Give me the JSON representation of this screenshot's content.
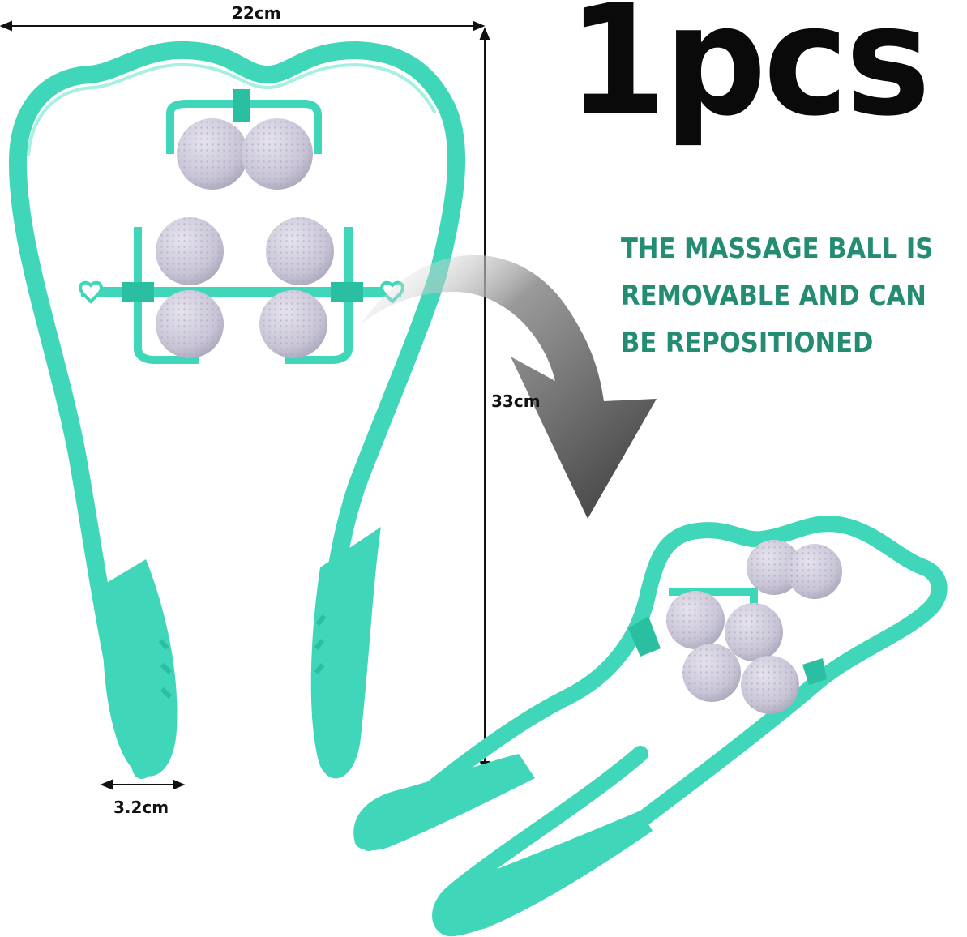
{
  "headline": "1pcs",
  "caption_lines": [
    "THE MASSAGE BALL IS",
    "REMOVABLE AND CAN",
    "BE REPOSITIONED"
  ],
  "dimensions": {
    "width": "22cm",
    "height": "33cm",
    "handle_width": "3.2cm"
  },
  "colors": {
    "frame": "#3fd6b9",
    "frame_shade": "#2bbfa2",
    "ball": "#c9c5d6",
    "caption": "#238c72",
    "arrow": "#555555"
  }
}
